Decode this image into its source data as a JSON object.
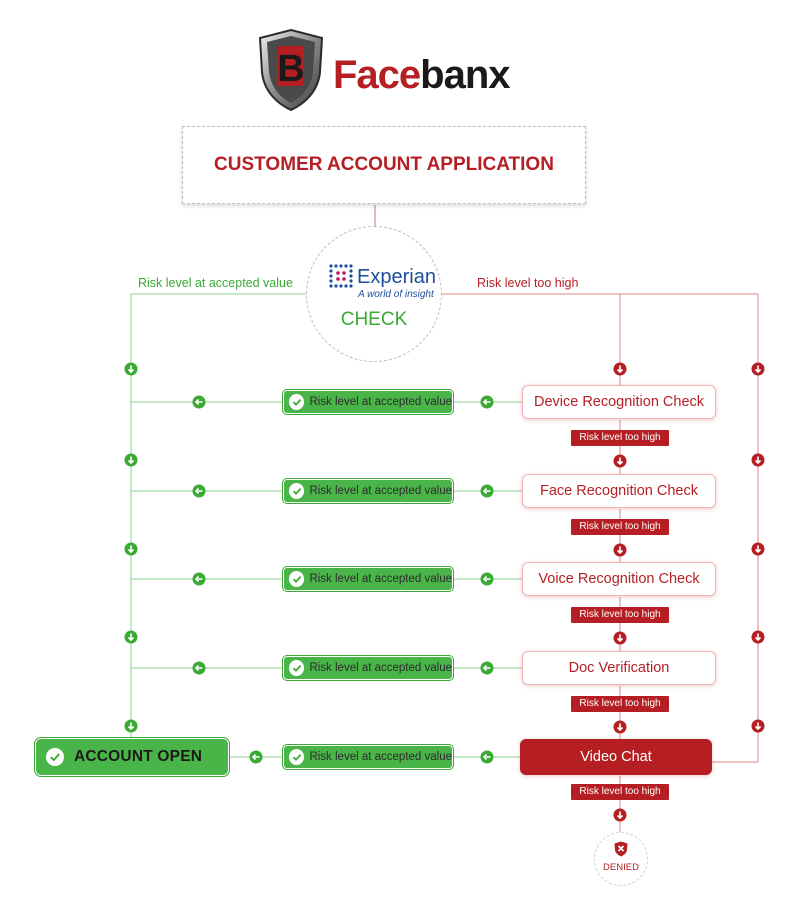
{
  "brand": {
    "name_part1": "Face",
    "name_part2": "banx",
    "colors": {
      "red": "#b51f24",
      "green": "#3aaa35",
      "dark": "#1a1a1a",
      "blue": "#1d4f9c"
    }
  },
  "title": "CUSTOMER ACCOUNT APPLICATION",
  "experian": {
    "name": "Experian",
    "tagline": "A world of insight",
    "check_label": "CHECK"
  },
  "branch_labels": {
    "accepted": "Risk level at accepted value",
    "too_high": "Risk level too high"
  },
  "steps": [
    {
      "label": "Device Recognition Check",
      "accepted_label": "Risk level at accepted value",
      "high_label": "Risk level too high"
    },
    {
      "label": "Face Recognition Check",
      "accepted_label": "Risk level at accepted value",
      "high_label": "Risk level too high"
    },
    {
      "label": "Voice Recognition Check",
      "accepted_label": "Risk level at accepted value",
      "high_label": "Risk level too high"
    },
    {
      "label": "Doc Verification",
      "accepted_label": "Risk level at accepted value",
      "high_label": "Risk level too high"
    },
    {
      "label": "Video Chat",
      "accepted_label": "Risk level at accepted value",
      "high_label": "Risk level too high"
    }
  ],
  "outcomes": {
    "account_open": "ACCOUNT OPEN",
    "denied": "DENIED"
  },
  "icons": [
    "shield-logo-icon",
    "experian-dots-icon",
    "arrow-down-icon",
    "arrow-left-icon",
    "checkmark-icon",
    "denied-x-icon"
  ]
}
